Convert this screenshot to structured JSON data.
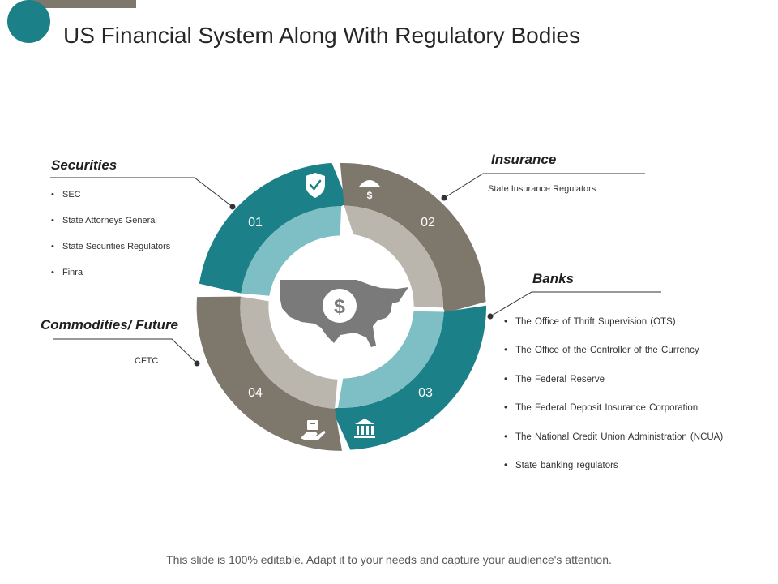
{
  "title": "US Financial System Along With Regulatory Bodies",
  "colors": {
    "teal": "#1b8088",
    "teal_light": "#7dbfc4",
    "gray": "#7d776c",
    "gray_light": "#bab5ad",
    "center_map": "#7a7a7a"
  },
  "segments": [
    {
      "number": "01",
      "icon": "shield-check-icon"
    },
    {
      "number": "02",
      "icon": "umbrella-dollar-icon"
    },
    {
      "number": "03",
      "icon": "bank-building-icon"
    },
    {
      "number": "04",
      "icon": "hand-box-icon"
    }
  ],
  "center": {
    "icon": "usa-map-dollar-icon",
    "symbol": "$"
  },
  "securities": {
    "heading": "Securities",
    "items": [
      "SEC",
      "State Attorneys General",
      "State Securities Regulators",
      "Finra"
    ]
  },
  "insurance": {
    "heading": "Insurance",
    "text": "State Insurance Regulators"
  },
  "banks": {
    "heading": "Banks",
    "items": [
      "The Office of Thrift Supervision (OTS)",
      "The Office of the Controller of the Currency",
      "The Federal Reserve",
      "The Federal Deposit Insurance Corporation",
      "The National Credit Union Administration (NCUA)",
      "State banking regulators"
    ]
  },
  "commodities": {
    "heading": "Commodities/ Future",
    "text": "CFTC"
  },
  "footer": "This slide is 100% editable. Adapt it to your needs and capture your audience's attention."
}
